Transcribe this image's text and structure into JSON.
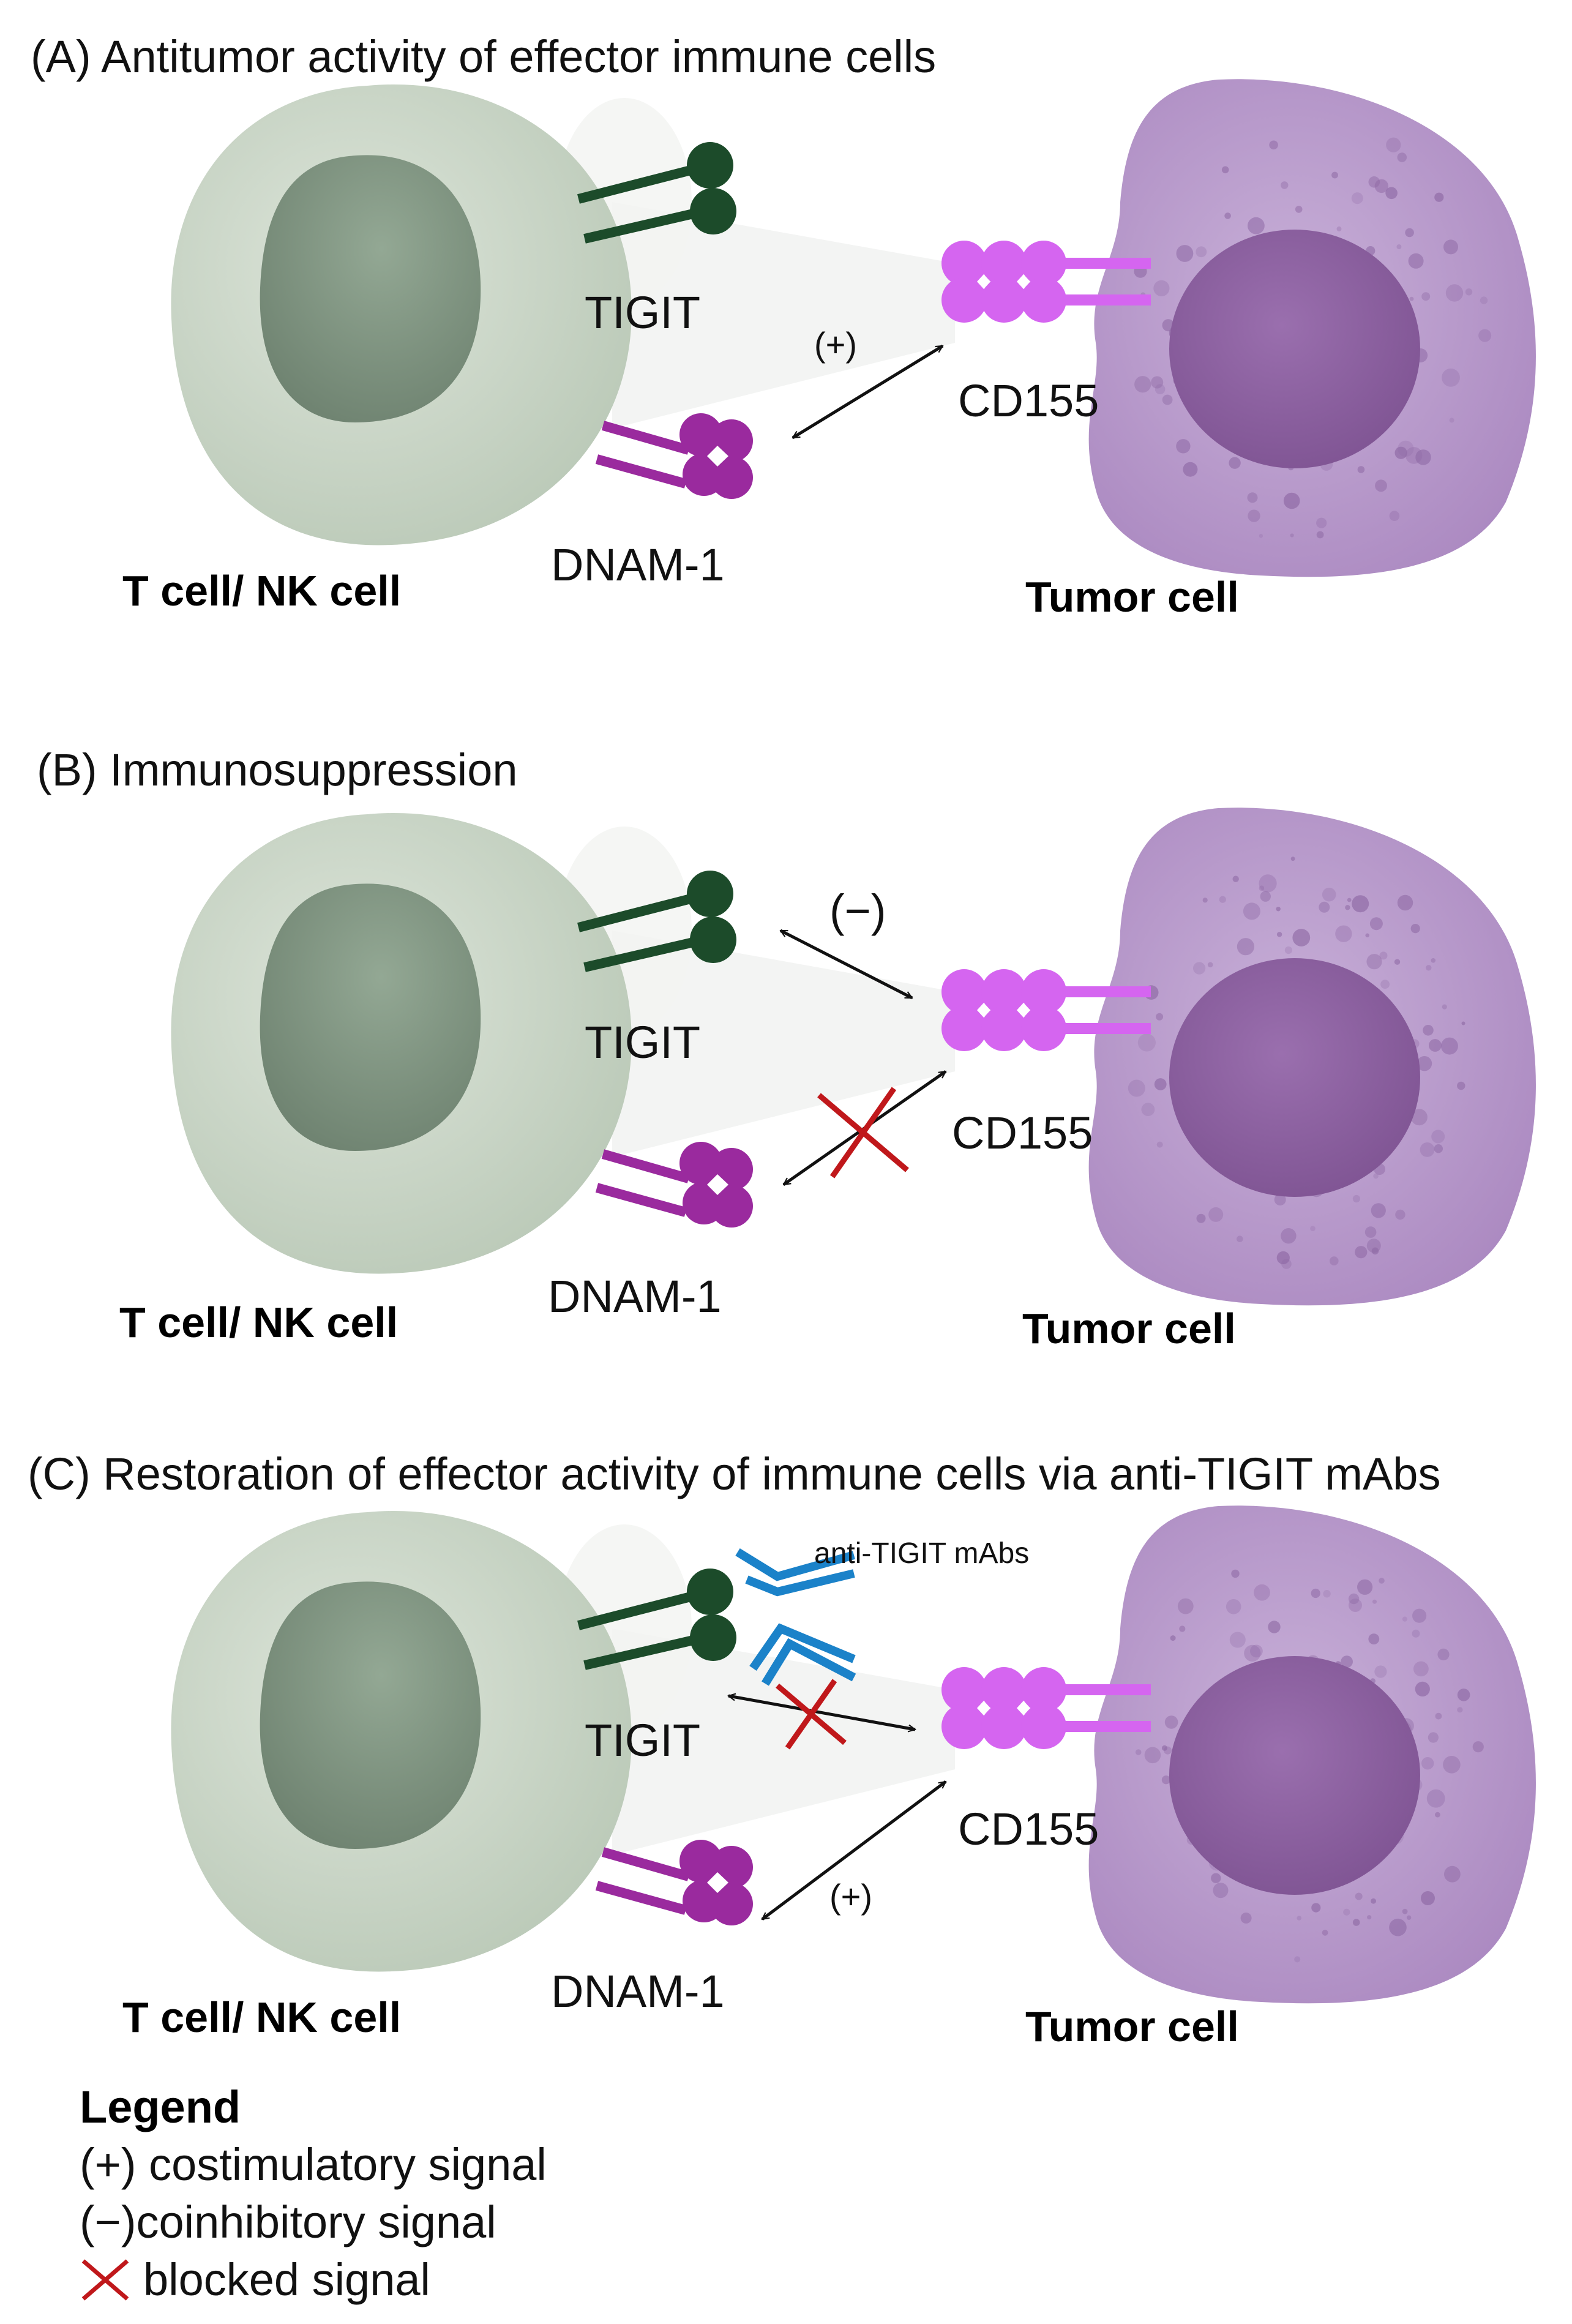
{
  "panels": [
    {
      "title": "(A) Antitumor activity of effector immune cells",
      "immune_cell_label": "T cell/ NK cell",
      "tumor_cell_label": "Tumor cell",
      "tigit_label": "TIGIT",
      "dnam1_label": "DNAM-1",
      "cd155_label": "CD155",
      "signals": [
        {
          "between": "DNAM-1 – CD155",
          "label": "(+)",
          "blocked": false
        }
      ]
    },
    {
      "title": "(B) Immunosuppression",
      "immune_cell_label": "T cell/ NK cell",
      "tumor_cell_label": "Tumor cell",
      "tigit_label": "TIGIT",
      "dnam1_label": "DNAM-1",
      "cd155_label": "CD155",
      "signals": [
        {
          "between": "TIGIT – CD155",
          "label": "(−)",
          "blocked": false
        },
        {
          "between": "DNAM-1 – CD155",
          "label": "",
          "blocked": true
        }
      ]
    },
    {
      "title": "(C) Restoration of effector activity of immune cells via anti-TIGIT mAbs",
      "immune_cell_label": "T cell/ NK cell",
      "tumor_cell_label": "Tumor cell",
      "tigit_label": "TIGIT",
      "dnam1_label": "DNAM-1",
      "cd155_label": "CD155",
      "antibody_label": "anti-TIGIT mAbs",
      "signals": [
        {
          "between": "TIGIT – CD155",
          "label": "",
          "blocked": true
        },
        {
          "between": "DNAM-1 – CD155",
          "label": "(+)",
          "blocked": false
        }
      ]
    }
  ],
  "legend": {
    "title": "Legend",
    "items": [
      {
        "symbol": "(+)",
        "text": "costimulatory signal"
      },
      {
        "symbol": "(−)",
        "text": "coinhibitory signal"
      },
      {
        "symbol": "",
        "icon": "red-x-icon",
        "text": "blocked signal"
      }
    ]
  },
  "colors": {
    "immune_cell": "#cfd9cc",
    "immune_nucleus": "#7e9180",
    "tumor_cell": "#b99bcc",
    "tumor_nucleus": "#8a5f9c",
    "tigit": "#1c4b2a",
    "dnam1": "#9a2a9e",
    "cd155": "#d565f0",
    "antibody": "#1b82c9",
    "blocked": "#c0181b",
    "arrow": "#111111"
  }
}
